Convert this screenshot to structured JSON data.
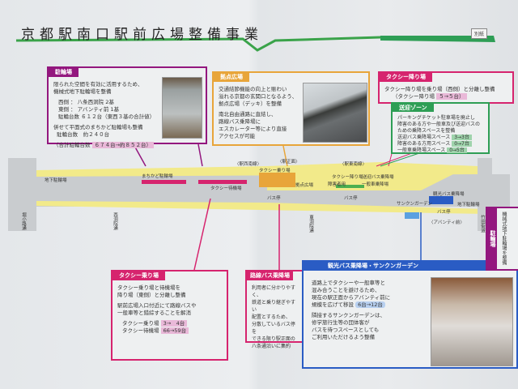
{
  "header": {
    "title": "京都駅南口駅前広場整備事業",
    "corner_label": "別紙"
  },
  "colors": {
    "purple": "#93177e",
    "orange": "#e8a53a",
    "magenta": "#d6246e",
    "green": "#2e9e55",
    "blue": "#2a5cc4",
    "sidewalk": "#f2ea8a",
    "road": "#c9cccf",
    "title_line": "#3aa34a"
  },
  "boxes": {
    "bicycle": {
      "heading": "駐輪場",
      "lines": [
        "限られた空間を有効に活用するため、",
        "機械式地下駐輪場を整備"
      ],
      "rows": [
        [
          "西側",
          "：",
          "八条西洞院 2基"
        ],
        [
          "東側",
          "：",
          "アバンティ前 1基"
        ],
        [
          "駐輪台数",
          "",
          "６１２台（東西３基の合計値）"
        ]
      ],
      "extra": [
        "併せて平面式のまちかど駐輪場も整備",
        "駐輪台数　約２４０台"
      ],
      "total_label": "（合計駐輪台数",
      "total_value": "６７４台→約８５２台）"
    },
    "plaza": {
      "heading": "拠点広場",
      "lines1": [
        "交通結節機能の向上と賑わい",
        "溢れる京都の玄関口となるよう、",
        "拠点広場（デッキ）を整備"
      ],
      "lines2": [
        "南北自由通路に直結し、",
        "路線バス乗降場に",
        "エスカレーター等により直接",
        "アクセスが可能"
      ]
    },
    "taxi_drop": {
      "heading": "タクシー降り場",
      "line": "タクシー降り場を乗り場（西側）と分離し整備",
      "sub_label": "（タクシー降り場",
      "sub_value": "５→５台）"
    },
    "pickup": {
      "heading": "送迎ゾーン",
      "lines": [
        "パーキングチケット駐車場を廃止し",
        "障害のある方や一般車及び送迎バスの",
        "ための乗降スペースを整備"
      ],
      "rows": [
        [
          "送迎バス乗降場スペース",
          "3→3台"
        ],
        [
          "障害のある方用スペース",
          "0→7台"
        ],
        [
          "一般車乗降場スペース",
          "0→5台"
        ]
      ]
    },
    "taxi_ride": {
      "heading": "タクシー乗り場",
      "lines1": [
        "タクシー乗り場と待機場を",
        "降り場（東側）と分離し整備"
      ],
      "lines2": [
        "駅前広場入口付近にて路線バスや",
        "一般車等と錯綜することを解消"
      ],
      "rows": [
        [
          "タクシー乗り場",
          "3→　4台"
        ],
        [
          "タクシー待機場",
          "66→59台"
        ]
      ]
    },
    "route_bus": {
      "heading": "路線バス乗降場",
      "lines": [
        "利用者に分かりやすく、",
        "鉄道と乗り継ぎやすい",
        "配置とするため、",
        "分散しているバス停を",
        "できる限り駅正面の",
        "八条通沿いに集約"
      ]
    },
    "tour_bus": {
      "heading": "観光バス乗降場・サンクンガーデン",
      "lines1": [
        "道路上でタクシーや一般車等と",
        "混み合うことを避けるため、",
        "現在の駅正面からアバンティ前に"
      ],
      "move_label": "規模を広げて移設",
      "move_value": "6台→12台",
      "lines2": [
        "隣接するサンクンガーデンは、",
        "修学旅行生等の団体客が",
        "バスを待つスペースとしても",
        "ご利用いただけるよう整備"
      ]
    },
    "bicycle_right": {
      "heading": "駐輪場",
      "text": "機械式地下駐輪場を整備"
    }
  },
  "map_labels": [
    "地下駐輪場",
    "まちかど駐輪場",
    "タクシー待機場",
    "タクシー乗り場",
    "〈駅西南線〉",
    "〈駅正面〉",
    "〈駅東南線〉",
    "タクシー降り場",
    "送迎バス乗降場",
    "一般車乗降場",
    "障害者用",
    "拠点広場",
    "バス停",
    "バス停",
    "観光バス乗降場",
    "地下駐輪場",
    "サンクンガーデン",
    "バス停",
    "〈アバンティ前〉",
    "西洞院通",
    "堀小路通",
    "東洞院通",
    "竹田街道"
  ]
}
